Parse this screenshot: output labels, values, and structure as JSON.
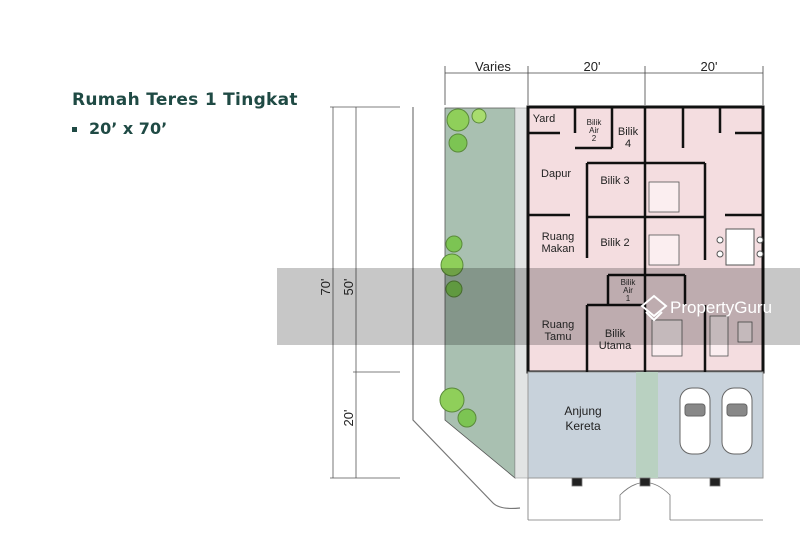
{
  "heading": {
    "title": "Rumah Teres 1 Tingkat",
    "size": "20’ x 70’"
  },
  "dimensions": {
    "top": [
      "Varies",
      "20'",
      "20'"
    ],
    "left_total": "70'",
    "left_house": "50'",
    "left_porch": "20'"
  },
  "rooms": {
    "yard": "Yard",
    "bilik_air_2": [
      "Bilik",
      "Air",
      "2"
    ],
    "bilik_4": [
      "Bilik",
      "4"
    ],
    "dapur": "Dapur",
    "bilik_3": "Bilik 3",
    "ruang_makan": [
      "Ruang",
      "Makan"
    ],
    "bilik_2": "Bilik 2",
    "bilik_air_1": [
      "Bilik",
      "Air",
      "1"
    ],
    "ruang_tamu": [
      "Ruang",
      "Tamu"
    ],
    "bilik_utama": [
      "Bilik",
      "Utama"
    ],
    "anjung_kereta": [
      "Anjung",
      "Kereta"
    ]
  },
  "watermark": "PropertyGuru",
  "colors": {
    "heading": "#1f4a44",
    "house": "#f4dde0",
    "garden": "#a9c0b1",
    "porch": "#c8d2db"
  }
}
